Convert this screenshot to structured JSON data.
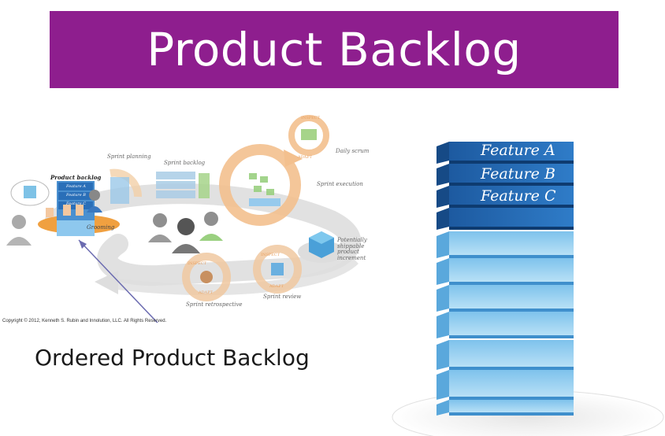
{
  "title": "Product Backlog",
  "caption": "Ordered Product Backlog",
  "copyright": "Copyright © 2012, Kenneth S. Rubin and Innolution, LLC. All Rights Reserved.",
  "colors": {
    "banner": "#8e1e8e",
    "stack_top": "#1e5fa8",
    "stack_light": "#8ec8ee",
    "arrow_orange": "#f0b070",
    "cycle_gray": "#c8c8c8"
  },
  "scrum": {
    "product_backlog": "Product backlog",
    "feature_a": "Feature A",
    "feature_b": "Feature B",
    "feature_c": "Feature C",
    "grooming": "Grooming",
    "sprint_planning": "Sprint planning",
    "sprint_backlog": "Sprint backlog",
    "daily_scrum": "Daily scrum",
    "sprint_execution": "Sprint execution",
    "inspect": "INSPECT",
    "adapt": "ADAPT",
    "potentially_shippable": "Potentially shippable product increment",
    "sprint_retrospective": "Sprint retrospective",
    "sprint_review": "Sprint review"
  },
  "stack": {
    "features": [
      "Feature A",
      "Feature B",
      "Feature C"
    ]
  }
}
